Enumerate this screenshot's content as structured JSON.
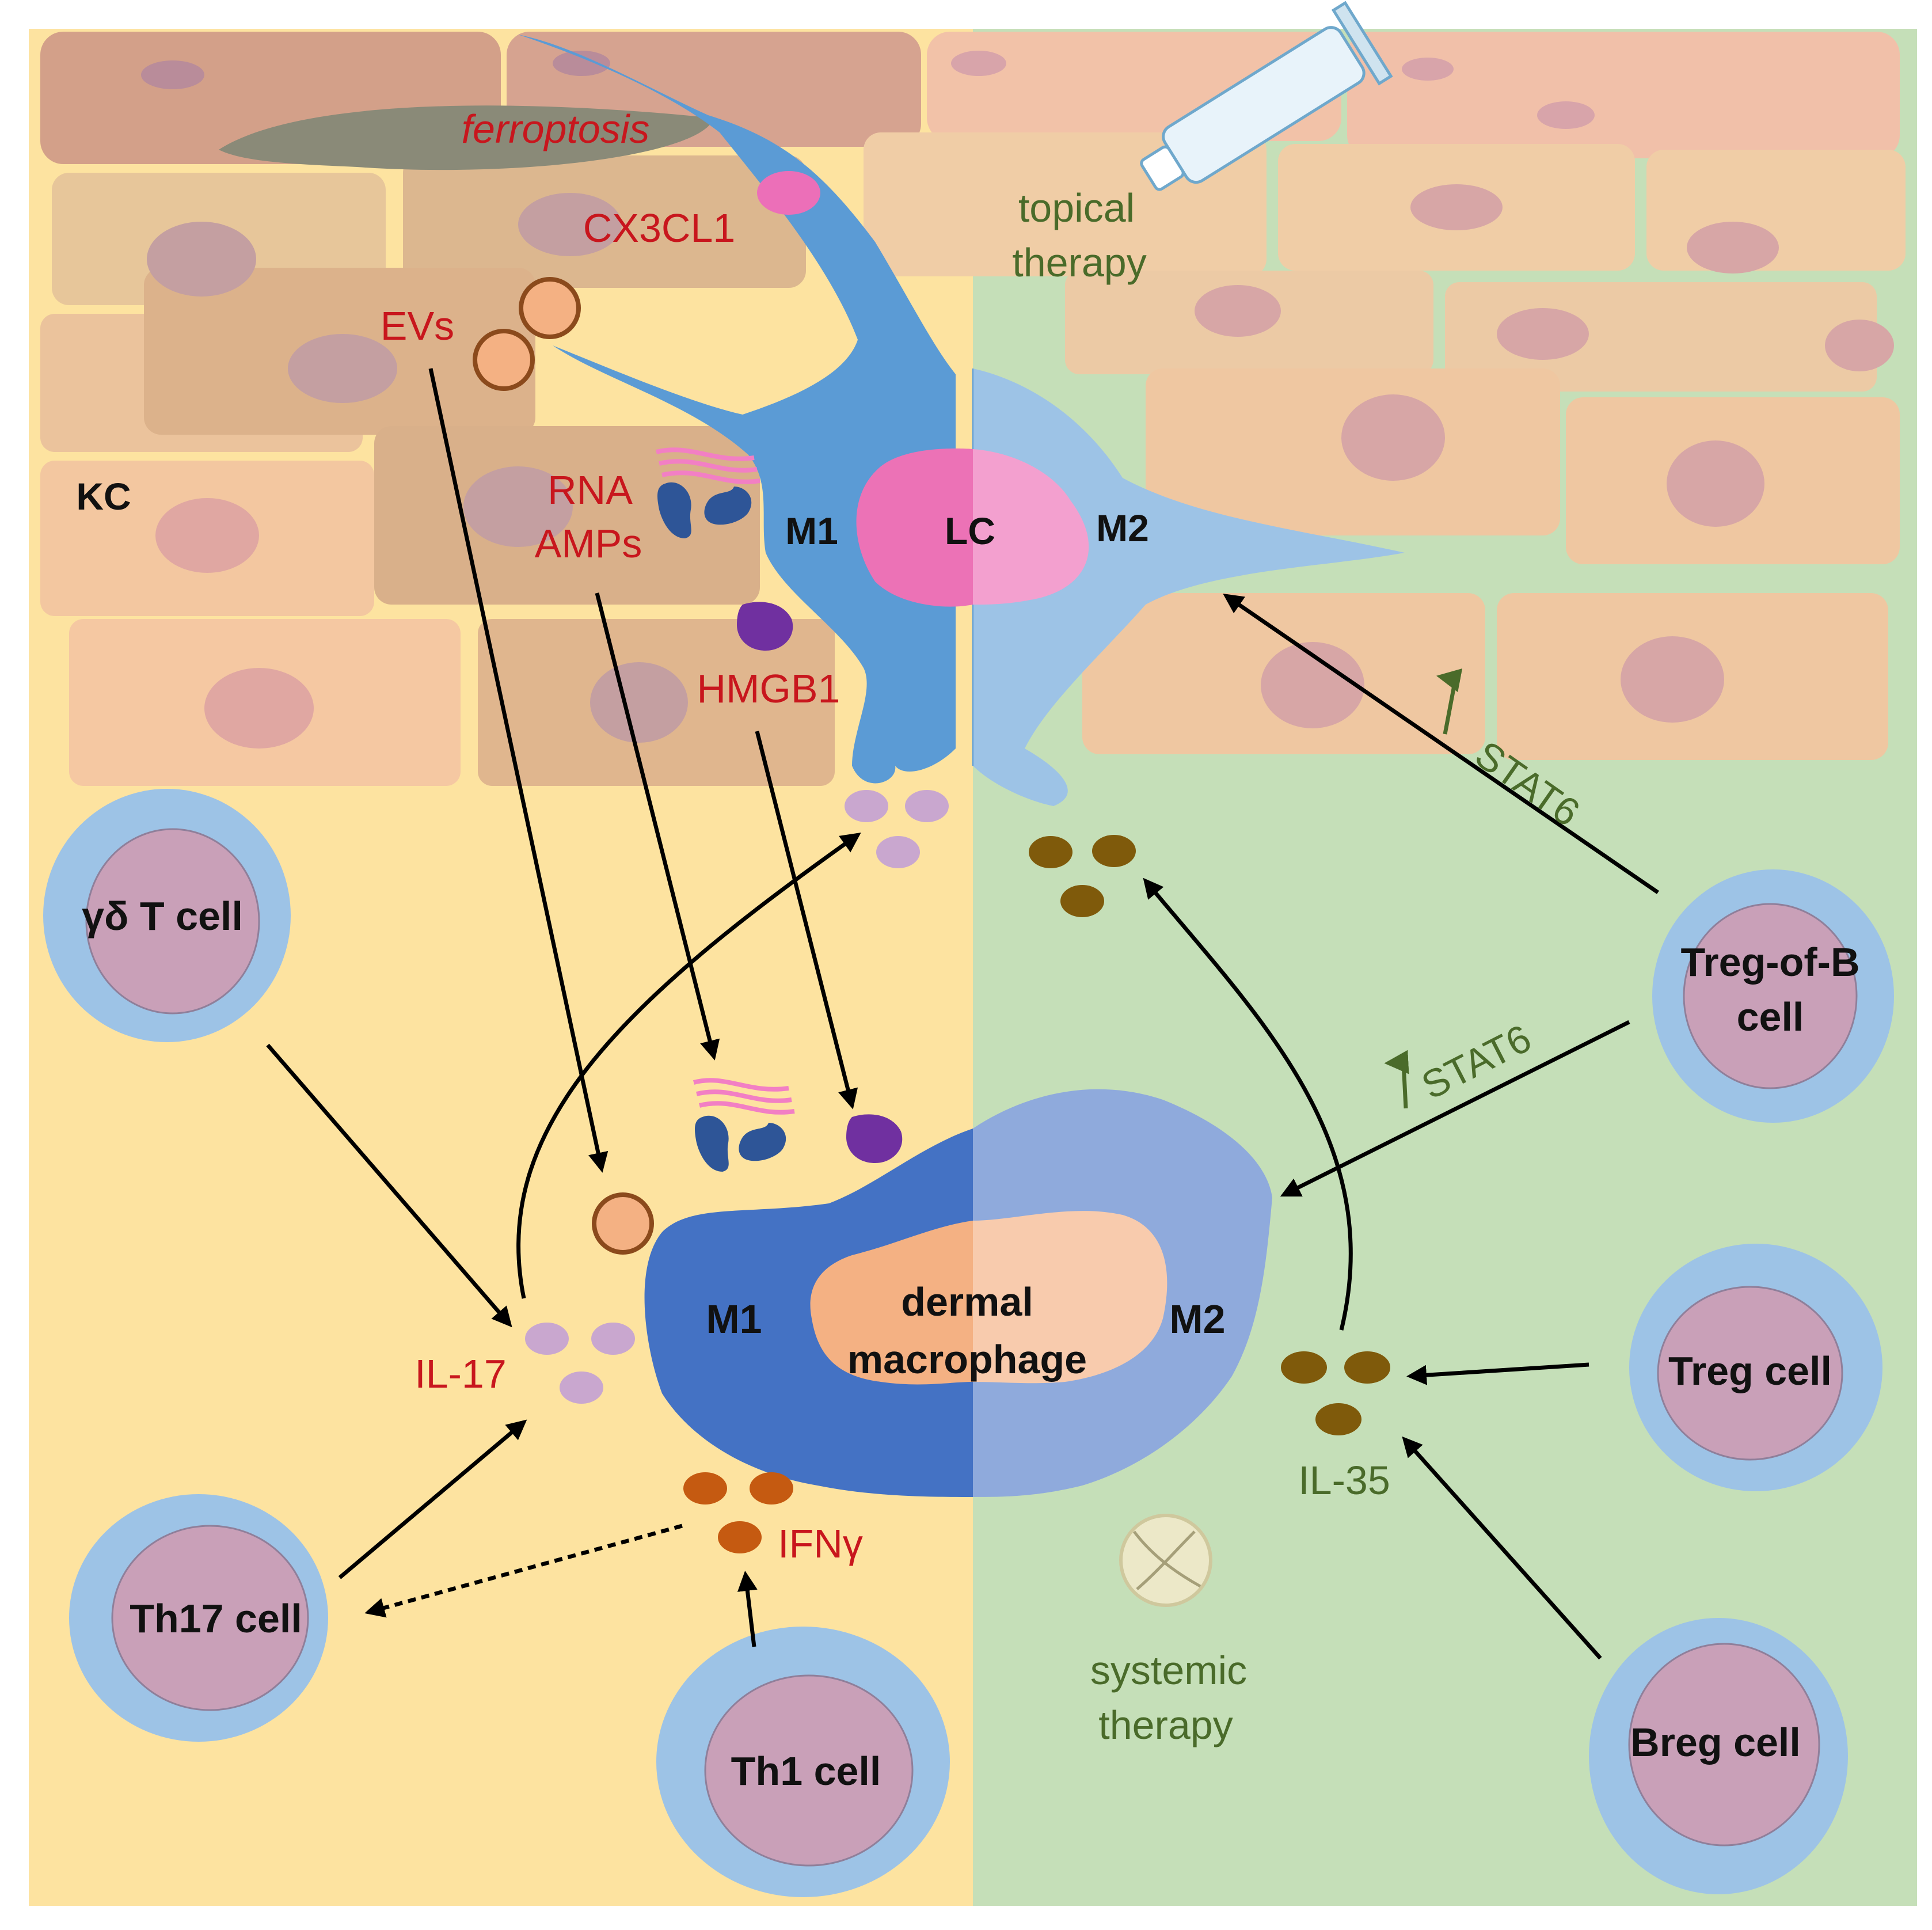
{
  "labels": {
    "ferroptosis": "ferroptosis",
    "cx3cl1": "CX3CL1",
    "evs": "EVs",
    "rna": "RNA",
    "amps": "AMPs",
    "hmgb1": "HMGB1",
    "kc": "KC",
    "lc_m1": "M1",
    "lc": "LC",
    "lc_m2": "M2",
    "topical_1": "topical",
    "topical_2": "therapy",
    "stat6_upper": "STAT6",
    "stat6_lower": "STAT6",
    "gd_t_cell": "γδ T cell",
    "treg_of_b_1": "Treg-of-B",
    "treg_of_b_2": "cell",
    "il17": "IL-17",
    "mac_m1": "M1",
    "mac_1": "dermal",
    "mac_2": "macrophage",
    "mac_m2": "M2",
    "treg_cell": "Treg cell",
    "il35": "IL-35",
    "ifng": "IFNγ",
    "th17_cell": "Th17 cell",
    "systemic_1": "systemic",
    "systemic_2": "therapy",
    "th1_cell": "Th1 cell",
    "breg_cell": "Breg cell"
  },
  "colors": {
    "left_panel": "#fde3a0",
    "right_panel": "#c5dfb8",
    "red_text": "#c8161d",
    "green_text": "#4a6b2a",
    "lc_m1": "#5b9bd5",
    "lc_m2": "#9cc3e6",
    "lc_nucleus": "#ec72b6",
    "mac_m1": "#4472c4",
    "mac_m2": "#8faadc",
    "mac_nucleus": "#f4b183",
    "il17_dots": "#c9a7cf",
    "il35_dots": "#7f5a0b",
    "ifng_dots": "#c55a11",
    "cell_outer": "#9dc3e6",
    "cell_nucleus": "#c9a0b8"
  }
}
